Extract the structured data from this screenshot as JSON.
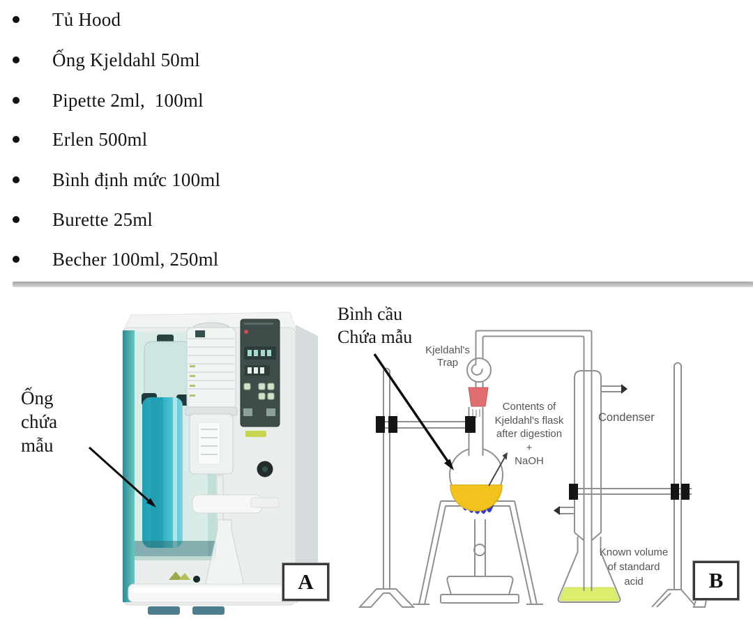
{
  "equipment_list": {
    "items": [
      {
        "label": "Tủ Hood"
      },
      {
        "label": "Ống Kjeldahl 50ml"
      },
      {
        "label": "Pipette 2ml,  100ml"
      },
      {
        "label": "Erlen 500ml"
      },
      {
        "label": "Bình định mức 100ml"
      },
      {
        "label": "Burette 25ml"
      },
      {
        "label": "Becher 100ml, 250ml"
      }
    ]
  },
  "figure": {
    "photo": {
      "label": "A",
      "annotation": "Ống\nchứa\nmẫu"
    },
    "diagram": {
      "label": "B",
      "flask_label": "Bình cầu\nChứa mẫu",
      "trap_label": "Kjeldahl's\nTrap",
      "contents_label": "Contents of\nKjeldahl's flask\nafter digestion\n+\nNaOH",
      "condenser_label": "Condenser",
      "acid_label": "Known volume\nof standard\nacid"
    }
  },
  "colors": {
    "divider_gray": "#b0b0b0",
    "machine_teal": "#3fa9a4",
    "sample_liquid_cyan": "#2fb0c4",
    "control_panel_dark": "#3e4c4a",
    "stopper_red": "#e06e6e",
    "digestate_yellow": "#f3c31d",
    "flame_blue": "#2c2ed1",
    "standard_acid_green": "#dcec6c",
    "diagram_line_gray": "#8f8f8f",
    "text_black": "#141414",
    "diagram_label_gray": "#555555"
  }
}
